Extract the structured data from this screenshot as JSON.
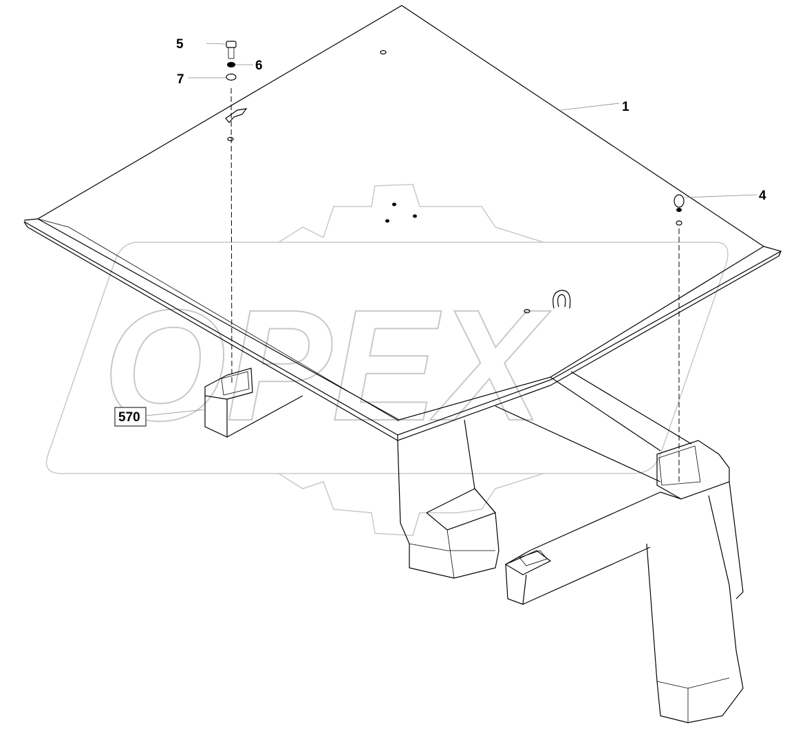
{
  "diagram": {
    "watermark": "OPEX",
    "callouts": [
      {
        "id": "5",
        "label": "5"
      },
      {
        "id": "6",
        "label": "6"
      },
      {
        "id": "7",
        "label": "7"
      },
      {
        "id": "1",
        "label": "1"
      },
      {
        "id": "4",
        "label": "4"
      },
      {
        "id": "570",
        "label": "570",
        "boxed": true
      }
    ],
    "colors": {
      "line": "#000000",
      "watermark": "#c8c8c8"
    }
  }
}
